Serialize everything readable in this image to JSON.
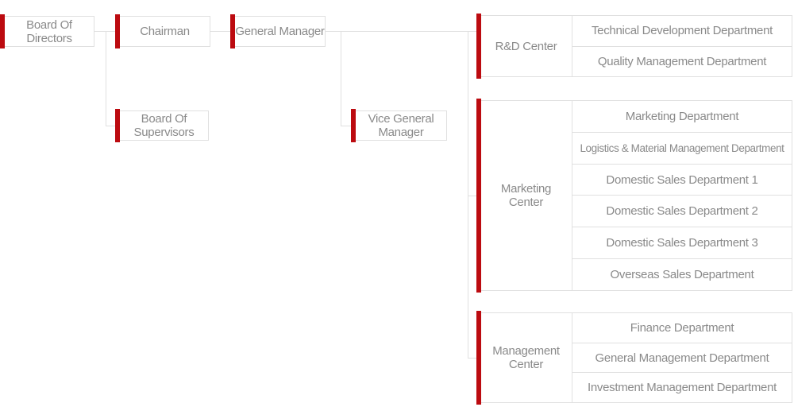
{
  "colors": {
    "accent": "#bc0b10",
    "line": "#e0e0e0",
    "text": "#8a8a8a"
  },
  "nodes": {
    "board_of_directors": "Board Of Directors",
    "chairman": "Chairman",
    "general_manager": "General Manager",
    "board_of_supervisors": "Board Of Supervisors",
    "vice_general_manager": "Vice General Manager"
  },
  "groups": [
    {
      "name": "R&D Center",
      "departments": [
        "Technical Development Department",
        "Quality Management Department"
      ]
    },
    {
      "name": "Marketing Center",
      "departments": [
        "Marketing Department",
        "Logistics & Material Management Department",
        "Domestic Sales Department 1",
        "Domestic Sales Department 2",
        "Domestic Sales Department 3",
        "Overseas Sales Department"
      ]
    },
    {
      "name": "Management Center",
      "departments": [
        "Finance Department",
        "General Management Department",
        "Investment Management Department"
      ]
    }
  ]
}
